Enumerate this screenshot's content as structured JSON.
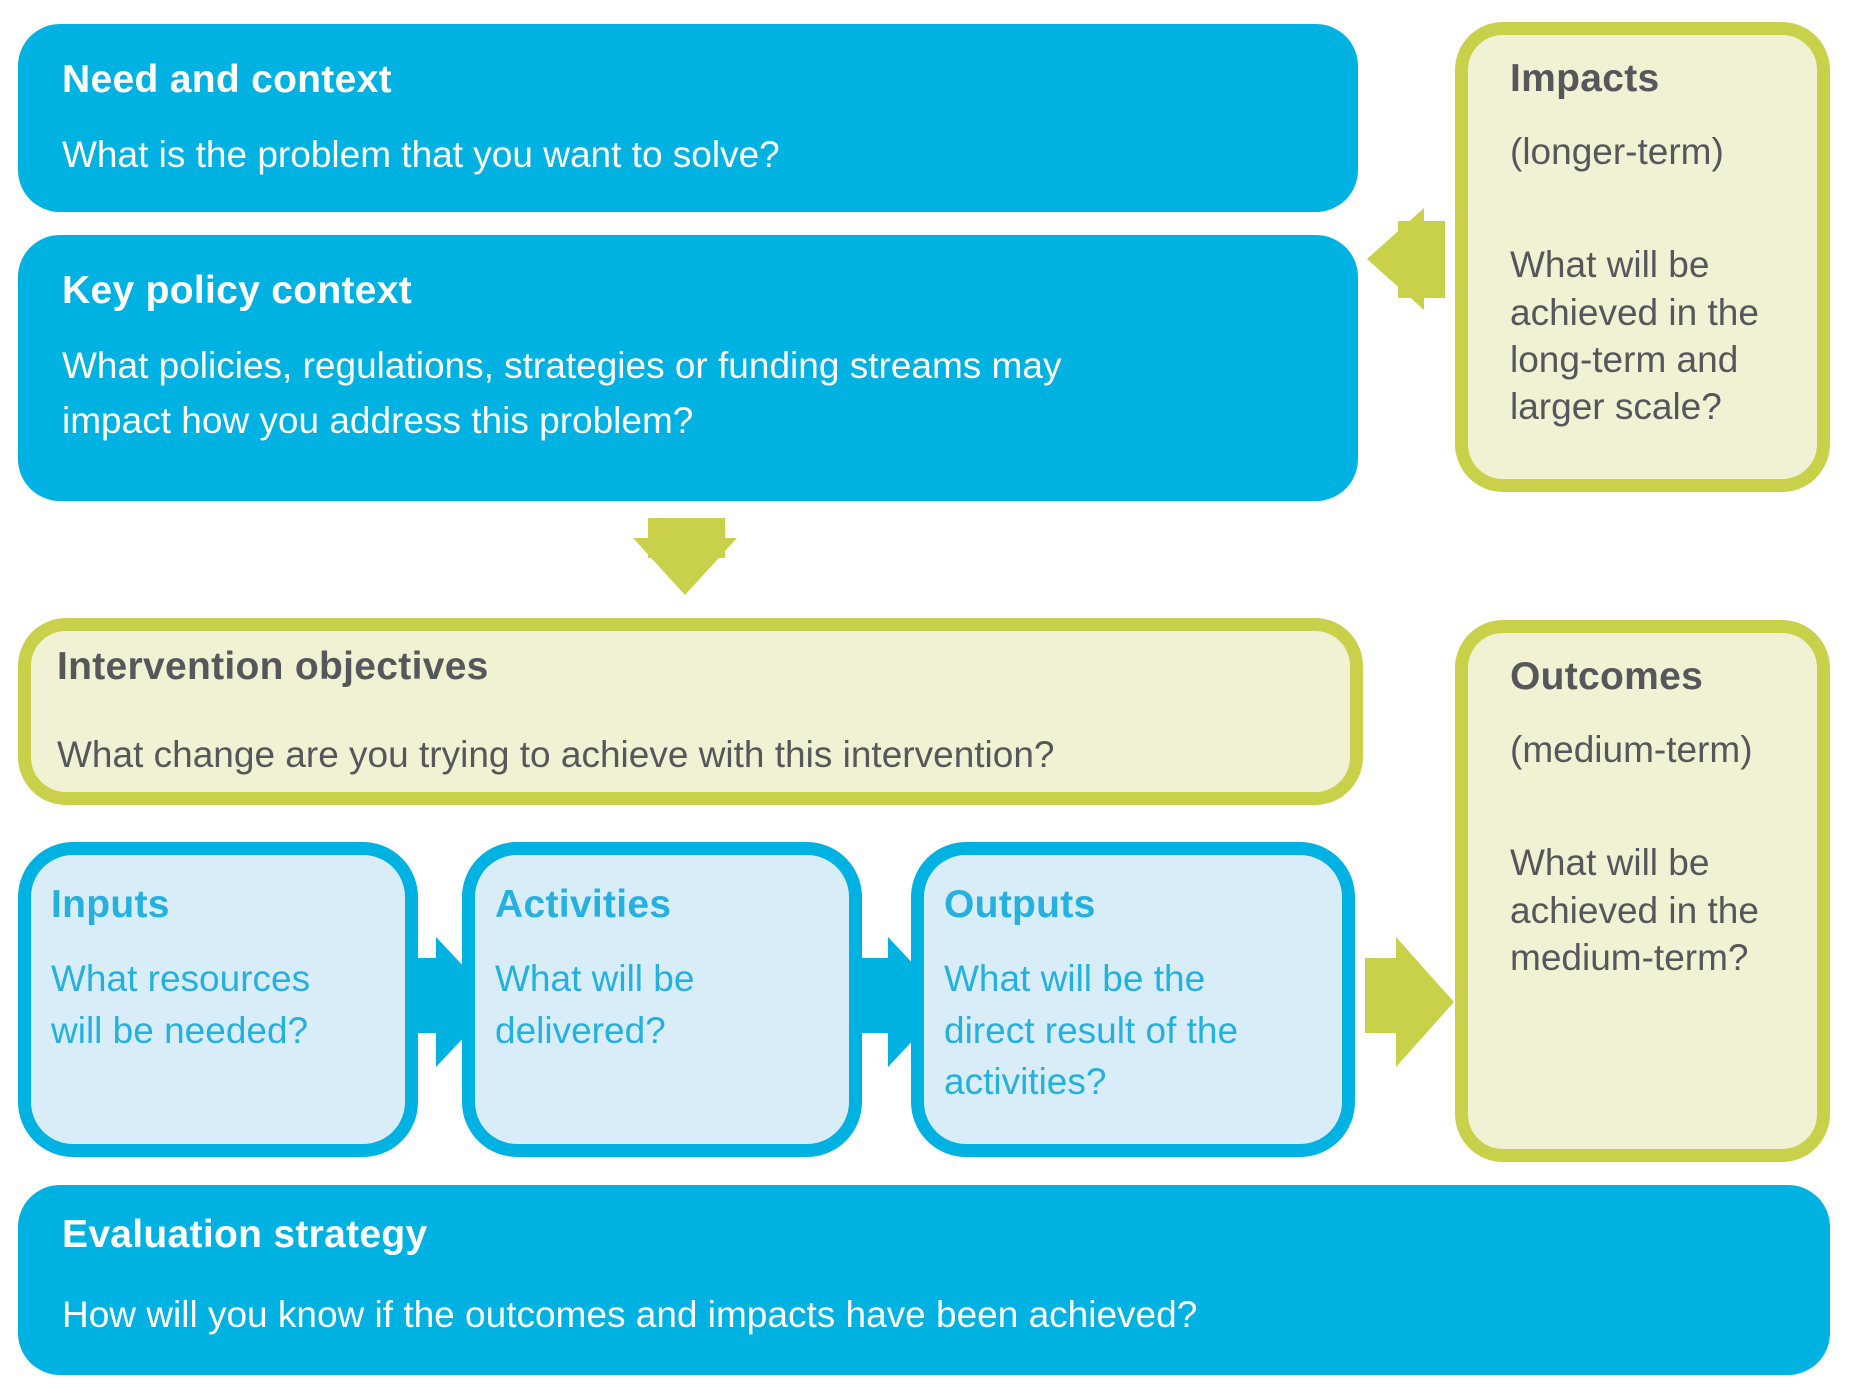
{
  "palette": {
    "cyan": "#00b2e2",
    "cyan-text": "#24b1e0",
    "cyan-light": "#d8edf8",
    "cream": "#f1f2d4",
    "olive": "#c9d04a",
    "gray": "#56575b",
    "white": "#ffffff"
  },
  "boxes": {
    "need": {
      "title": "Need and context",
      "body": "What is the problem that you want to solve?"
    },
    "policy": {
      "title": "Key policy context",
      "body": "What policies, regulations, strategies or funding streams may\nimpact how you address this problem?"
    },
    "objectives": {
      "title": "Intervention objectives",
      "body": "What change are you trying to achieve with this intervention?"
    },
    "inputs": {
      "title": "Inputs",
      "body": "What resources\nwill be needed?"
    },
    "activities": {
      "title": "Activities",
      "body": "What will be\ndelivered?"
    },
    "outputs": {
      "title": "Outputs",
      "body": "What will be the\ndirect result of the\nactivities?"
    },
    "impacts": {
      "title": "Impacts",
      "subtitle": "(longer-term)",
      "body": "What will be\nachieved in the\nlong-term and\nlarger scale?"
    },
    "outcomes": {
      "title": "Outcomes",
      "subtitle": "(medium-term)",
      "body": "What will be\nachieved in the\nmedium-term?"
    },
    "evaluation": {
      "title": "Evaluation strategy",
      "body": "How will you know if the outcomes and impacts have been achieved?"
    }
  },
  "arrows": {
    "policy_to_objectives": "down",
    "impacts_to_context": "left",
    "inputs_to_activities": "right",
    "activities_to_outputs": "right",
    "outputs_to_outcomes": "right"
  }
}
